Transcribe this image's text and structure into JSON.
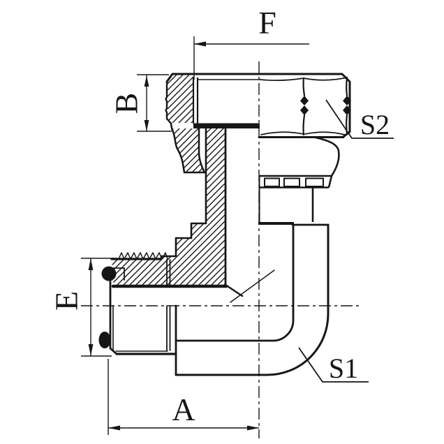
{
  "colors": {
    "background": "#ffffff",
    "ink": "#161616"
  },
  "labels": {
    "f": "F",
    "b": "B",
    "s2": "S2",
    "e": "E",
    "s1": "S1",
    "a": "A"
  }
}
